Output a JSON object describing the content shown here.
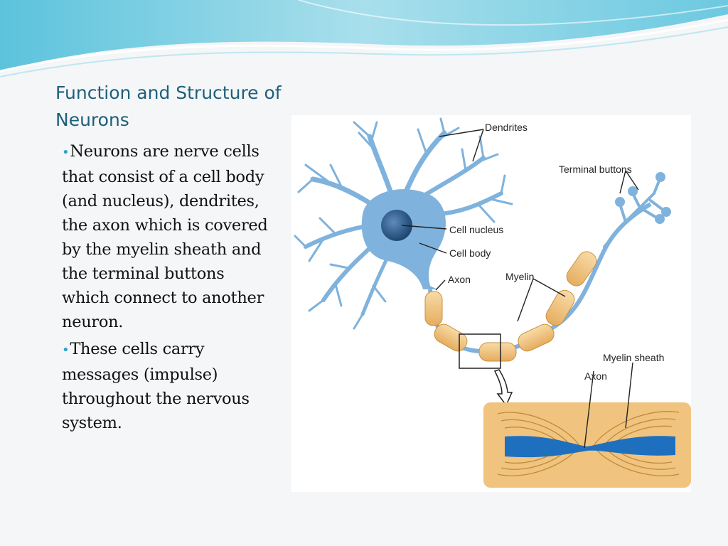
{
  "slide": {
    "title": "Function and Structure of Neurons",
    "bullet_glyph": "•",
    "bullets": [
      "Neurons are nerve cells that consist of a cell body (and nucleus), dendrites, the axon which is covered by the myelin sheath and the terminal buttons which connect to another neuron.",
      "These cells carry messages (impulse) throughout the nervous system."
    ]
  },
  "figure": {
    "labels": {
      "dendrites": "Dendrites",
      "terminal_buttons": "Terminal buttons",
      "cell_nucleus": "Cell nucleus",
      "cell_body": "Cell body",
      "axon": "Axon",
      "myelin": "Myelin",
      "myelin_sheath": "Myelin sheath",
      "axon_detail": "Axon"
    }
  },
  "colors": {
    "title": "#1f5f7a",
    "bullet": "#2aa1c8",
    "neuron_blue": "#7fb2dc",
    "nucleus": "#2d5f8f",
    "myelin": "#f2c98a",
    "axon_core": "#1f6fbf"
  }
}
